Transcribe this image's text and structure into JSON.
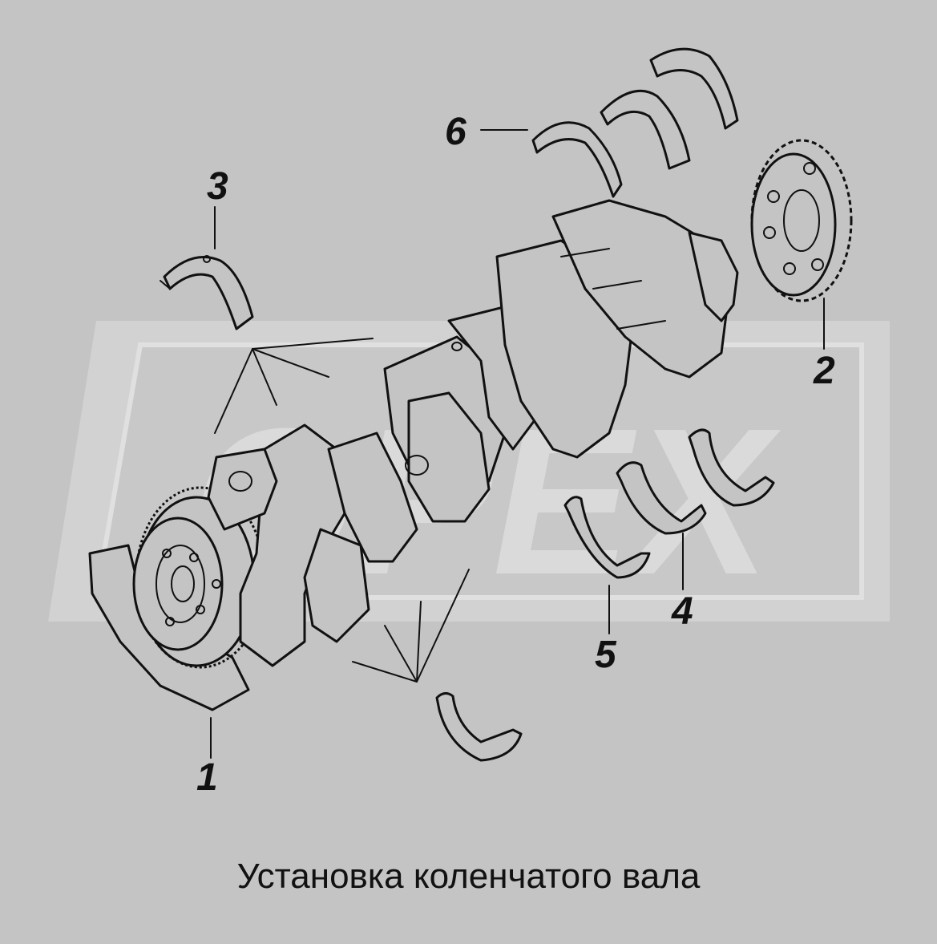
{
  "caption": "Установка коленчатого вала",
  "watermark": {
    "text": "OPEX",
    "color": "#dadada"
  },
  "colors": {
    "background": "#c4c4c4",
    "line": "#111111"
  },
  "callouts": [
    {
      "id": "1",
      "label": "1",
      "part": "pulley-damper"
    },
    {
      "id": "2",
      "label": "2",
      "part": "crankshaft-gear"
    },
    {
      "id": "3",
      "label": "3",
      "part": "main-bearing-shell-upper"
    },
    {
      "id": "4",
      "label": "4",
      "part": "thrust-half-ring"
    },
    {
      "id": "5",
      "label": "5",
      "part": "main-bearing-shell-lower"
    },
    {
      "id": "6",
      "label": "6",
      "part": "bearing-shell-set"
    }
  ]
}
